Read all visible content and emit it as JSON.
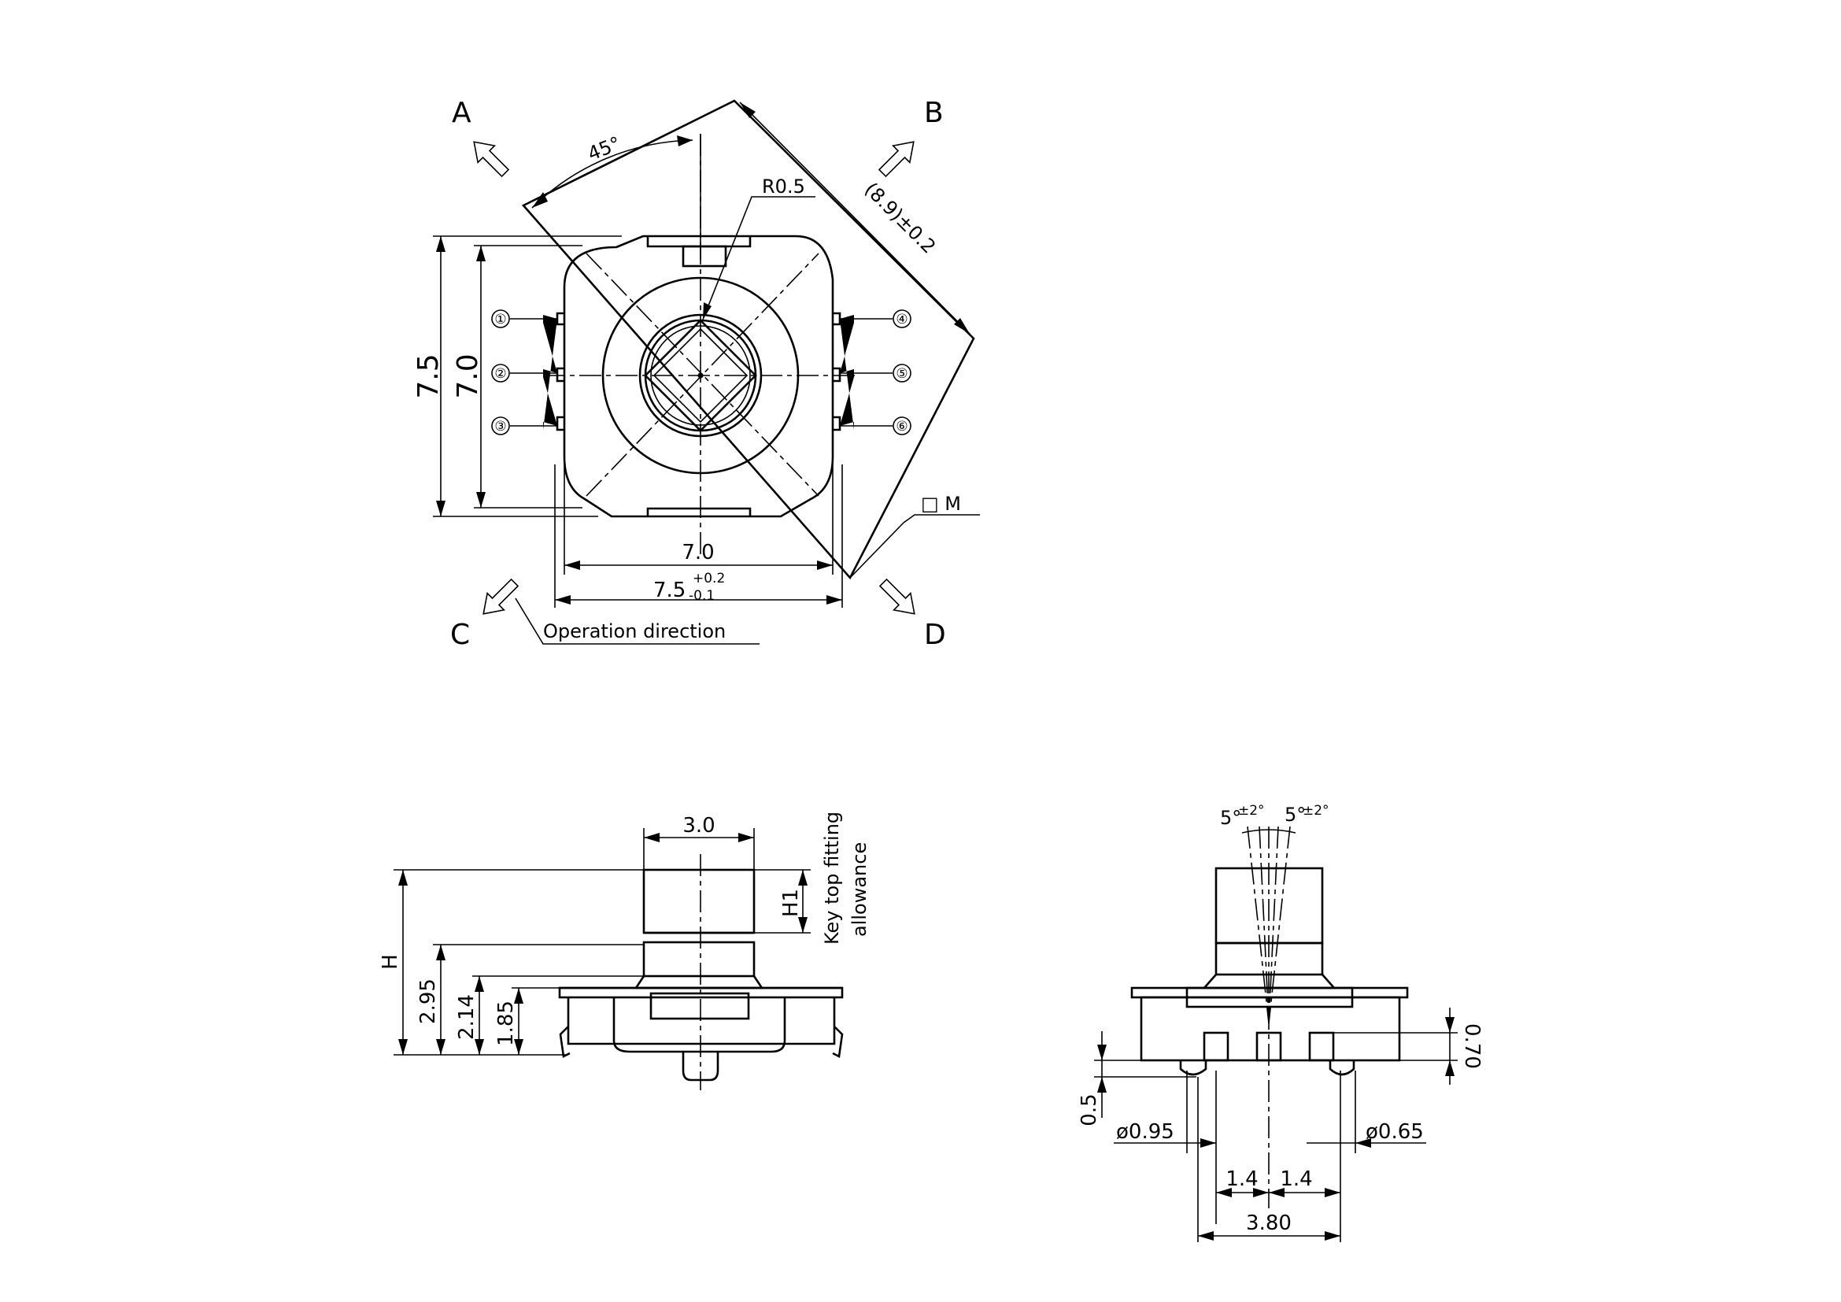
{
  "top_view": {
    "directions": {
      "a": "A",
      "b": "B",
      "c": "C",
      "d": "D"
    },
    "angle_label": "45°",
    "radius_label": "R0.5",
    "diag_dimension": "(8.9)±0.2",
    "outer_height": "7.5",
    "inner_height": "7.0",
    "inner_width": "7.0",
    "outer_width_main": "7.5",
    "outer_width_plus": "+0.2",
    "outer_width_minus": "-0.1",
    "m_label": "□ M",
    "operation_label": "Operation direction",
    "pins": [
      "①",
      "②",
      "③",
      "④",
      "⑤",
      "⑥"
    ]
  },
  "front_view": {
    "stem_width": "3.0",
    "h_label": "H",
    "h1_label": "H1",
    "dim_295": "2.95",
    "dim_214": "2.14",
    "dim_185": "1.85",
    "note_line1": "Key top fitting",
    "note_line2": "allowance"
  },
  "side_view": {
    "tilt_left": "5°",
    "tilt_left_tol": "±2°",
    "tilt_right": "5°",
    "tilt_right_tol": "±2°",
    "dim_070": "0.70",
    "dim_05": "0.5",
    "dia_095": "ø0.95",
    "dia_065": "ø0.65",
    "pitch_left": "1.4",
    "pitch_right": "1.4",
    "span": "3.80"
  }
}
